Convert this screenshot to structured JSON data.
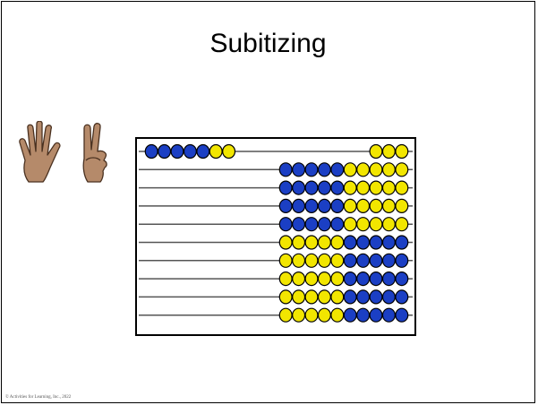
{
  "slide": {
    "title": "Subitizing",
    "copyright": "© Activities for Learning, Inc., 2022"
  },
  "hands": {
    "left_icon": "open-hand-five-fingers-icon",
    "right_icon": "hand-two-fingers-icon",
    "skin_color": "#b58a6a",
    "outline_color": "#4a3120"
  },
  "abacus": {
    "colors": {
      "blue": "#1b3fc4",
      "yellow": "#f2e600",
      "wire": "#555555",
      "frame": "#000000"
    },
    "rows": [
      {
        "left": [
          "blue",
          "blue",
          "blue",
          "blue",
          "blue",
          "yellow",
          "yellow"
        ],
        "right": [
          "yellow",
          "yellow",
          "yellow"
        ]
      },
      {
        "left": [],
        "right": [
          "blue",
          "blue",
          "blue",
          "blue",
          "blue",
          "yellow",
          "yellow",
          "yellow",
          "yellow",
          "yellow"
        ]
      },
      {
        "left": [],
        "right": [
          "blue",
          "blue",
          "blue",
          "blue",
          "blue",
          "yellow",
          "yellow",
          "yellow",
          "yellow",
          "yellow"
        ]
      },
      {
        "left": [],
        "right": [
          "blue",
          "blue",
          "blue",
          "blue",
          "blue",
          "yellow",
          "yellow",
          "yellow",
          "yellow",
          "yellow"
        ]
      },
      {
        "left": [],
        "right": [
          "blue",
          "blue",
          "blue",
          "blue",
          "blue",
          "yellow",
          "yellow",
          "yellow",
          "yellow",
          "yellow"
        ]
      },
      {
        "left": [],
        "right": [
          "yellow",
          "yellow",
          "yellow",
          "yellow",
          "yellow",
          "blue",
          "blue",
          "blue",
          "blue",
          "blue"
        ]
      },
      {
        "left": [],
        "right": [
          "yellow",
          "yellow",
          "yellow",
          "yellow",
          "yellow",
          "blue",
          "blue",
          "blue",
          "blue",
          "blue"
        ]
      },
      {
        "left": [],
        "right": [
          "yellow",
          "yellow",
          "yellow",
          "yellow",
          "yellow",
          "blue",
          "blue",
          "blue",
          "blue",
          "blue"
        ]
      },
      {
        "left": [],
        "right": [
          "yellow",
          "yellow",
          "yellow",
          "yellow",
          "yellow",
          "blue",
          "blue",
          "blue",
          "blue",
          "blue"
        ]
      },
      {
        "left": [],
        "right": [
          "yellow",
          "yellow",
          "yellow",
          "yellow",
          "yellow",
          "blue",
          "blue",
          "blue",
          "blue",
          "blue"
        ]
      }
    ]
  }
}
